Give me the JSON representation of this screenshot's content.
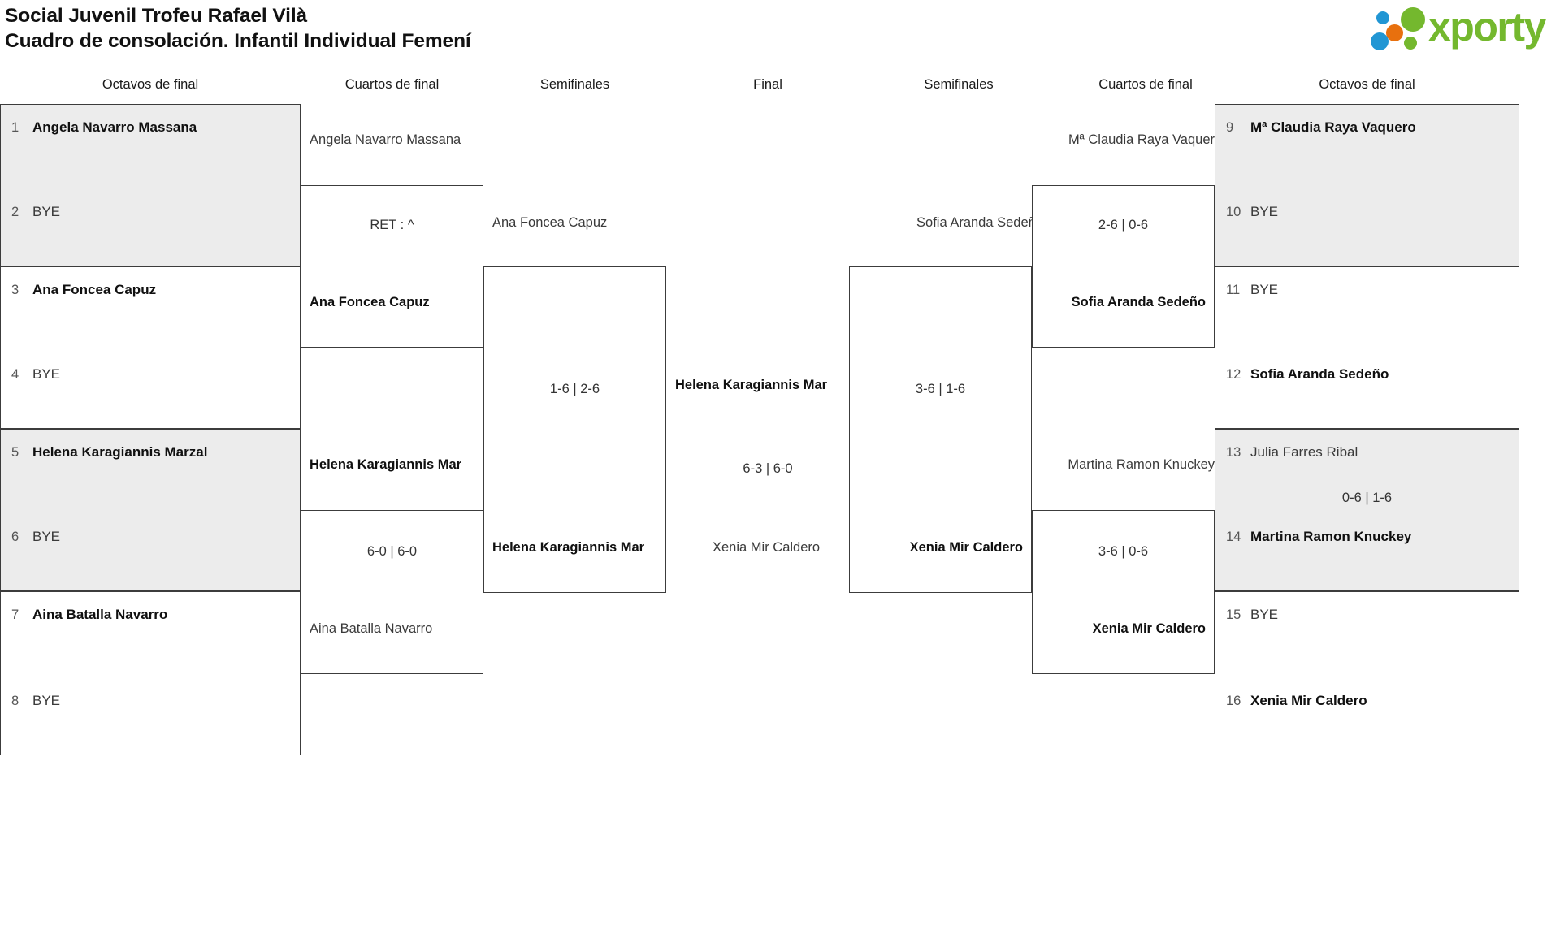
{
  "header": {
    "title_line1": "Social Juvenil Trofeu Rafael Vilà",
    "title_line2": "Cuadro de consolación. Infantil Individual Femení",
    "logo_text": "xporty",
    "logo_colors": {
      "green": "#74b82e",
      "blue": "#2196d4",
      "orange": "#e8700e"
    }
  },
  "round_headers": [
    {
      "label": "Octavos de final"
    },
    {
      "label": "Cuartos de final"
    },
    {
      "label": "Semifinales"
    },
    {
      "label": "Final"
    },
    {
      "label": "Semifinales"
    },
    {
      "label": "Cuartos de final"
    },
    {
      "label": "Octavos de final"
    }
  ],
  "left": {
    "r16": [
      {
        "seed_top": "1",
        "name_top": "Angela Navarro Massana",
        "top_state": "win",
        "seed_bot": "2",
        "name_bot": "BYE",
        "bot_state": "bye",
        "score": ""
      },
      {
        "seed_top": "3",
        "name_top": "Ana Foncea Capuz",
        "top_state": "win",
        "seed_bot": "4",
        "name_bot": "BYE",
        "bot_state": "bye",
        "score": ""
      },
      {
        "seed_top": "5",
        "name_top": "Helena Karagiannis Marzal",
        "top_state": "win",
        "seed_bot": "6",
        "name_bot": "BYE",
        "bot_state": "bye",
        "score": ""
      },
      {
        "seed_top": "7",
        "name_top": "Aina Batalla Navarro",
        "top_state": "win",
        "seed_bot": "8",
        "name_bot": "BYE",
        "bot_state": "bye",
        "score": ""
      }
    ],
    "quarterfinals": [
      {
        "top_name": "Angela Navarro Massana",
        "top_state": "lose",
        "bottom_name": "Ana Foncea Capuz",
        "bottom_state": "win",
        "score": "RET : ^"
      },
      {
        "top_name": "Helena Karagiannis Mar",
        "top_state": "win",
        "bottom_name": "Aina Batalla Navarro",
        "bottom_state": "lose",
        "score": "6-0 | 6-0"
      }
    ],
    "semifinal": {
      "top_name": "Ana Foncea Capuz",
      "top_state": "lose",
      "bottom_name": "Helena Karagiannis Mar",
      "bottom_state": "win",
      "score": "1-6 | 2-6"
    }
  },
  "final": {
    "top_name": "Helena Karagiannis Mar",
    "top_state": "win",
    "bottom_name": "Xenia Mir Caldero",
    "bottom_state": "lose",
    "score": "6-3 | 6-0"
  },
  "right": {
    "semifinal": {
      "top_name": "Sofia Aranda Sedeño",
      "top_state": "lose",
      "bottom_name": "Xenia Mir Caldero",
      "bottom_state": "win",
      "score": "3-6 | 1-6"
    },
    "quarterfinals": [
      {
        "top_name": "Mª Claudia Raya Vaquer",
        "top_state": "lose",
        "bottom_name": "Sofia Aranda Sedeño",
        "bottom_state": "win",
        "score": "2-6 | 0-6"
      },
      {
        "top_name": "Martina Ramon Knuckey",
        "top_state": "lose",
        "bottom_name": "Xenia Mir Caldero",
        "bottom_state": "win",
        "score": "3-6 | 0-6"
      }
    ],
    "r16": [
      {
        "seed_top": "9",
        "name_top": "Mª Claudia Raya Vaquero",
        "top_state": "win",
        "seed_bot": "10",
        "name_bot": "BYE",
        "bot_state": "bye",
        "score": ""
      },
      {
        "seed_top": "11",
        "name_top": "BYE",
        "top_state": "bye",
        "seed_bot": "12",
        "name_bot": "Sofia Aranda Sedeño",
        "bot_state": "win",
        "score": ""
      },
      {
        "seed_top": "13",
        "name_top": "Julia Farres Ribal",
        "top_state": "lose",
        "seed_bot": "14",
        "name_bot": "Martina Ramon Knuckey",
        "bot_state": "win",
        "score": "0-6 | 1-6"
      },
      {
        "seed_top": "15",
        "name_top": "BYE",
        "top_state": "bye",
        "seed_bot": "16",
        "name_bot": "Xenia Mir Caldero",
        "bot_state": "win",
        "score": ""
      }
    ]
  }
}
